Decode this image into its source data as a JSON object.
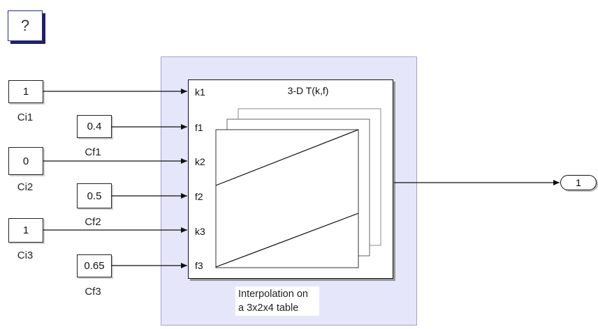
{
  "help": {
    "label": "?"
  },
  "constants": [
    {
      "value": "1",
      "label": "Ci1"
    },
    {
      "value": "0.4",
      "label": "Cf1"
    },
    {
      "value": "0",
      "label": "Ci2"
    },
    {
      "value": "0.5",
      "label": "Cf2"
    },
    {
      "value": "1",
      "label": "Ci3"
    },
    {
      "value": "0.65",
      "label": "Cf3"
    }
  ],
  "lookup_block": {
    "title": "3-D T(k,f)",
    "ports": [
      "k1",
      "f1",
      "k2",
      "f2",
      "k3",
      "f3"
    ]
  },
  "annotation": {
    "line1": "Interpolation on",
    "line2": "a 3x2x4 table"
  },
  "outport": {
    "label": "1"
  }
}
